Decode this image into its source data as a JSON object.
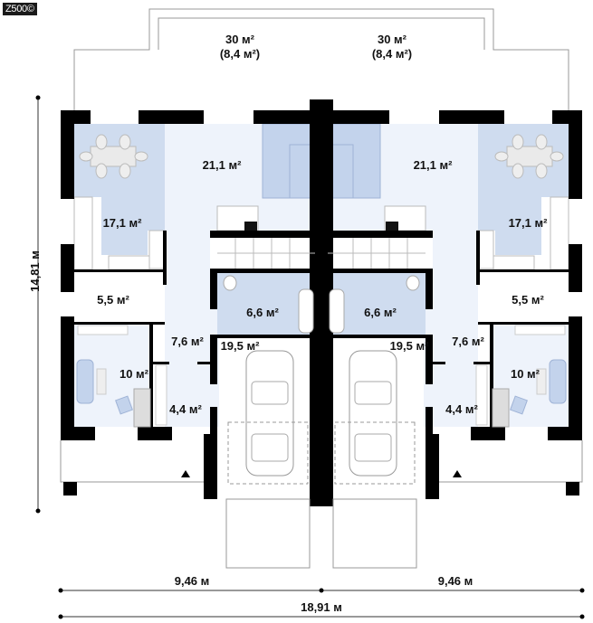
{
  "logo": "Z500©",
  "colors": {
    "wall": "#000000",
    "room_blue": "#cfdcef",
    "room_light": "#eef3fb",
    "furniture": "#b9cbe8"
  },
  "units": [
    {
      "name": "left",
      "rooms": {
        "terrace": "30 м²",
        "terrace_covered": "(8,4 м²)",
        "living": "21,1 м²",
        "kitchen_dining": "17,1 м²",
        "utility": "5,5 м²",
        "bathroom": "6,6 м²",
        "hall": "7,6 м²",
        "garage": "19,5 м²",
        "bedroom": "10 м²",
        "entrance": "4,4 м²"
      }
    },
    {
      "name": "right",
      "rooms": {
        "terrace": "30 м²",
        "terrace_covered": "(8,4 м²)",
        "living": "21,1 м²",
        "kitchen_dining": "17,1 м²",
        "utility": "5,5 м²",
        "bathroom": "6,6 м²",
        "hall": "7,6 м²",
        "garage": "19,5 м²",
        "bedroom": "10 м²",
        "entrance": "4,4 м²"
      }
    }
  ],
  "dimensions": {
    "depth": "14,81 м",
    "half_width_left": "9,46 м",
    "half_width_right": "9,46 м",
    "total_width": "18,91 м"
  }
}
